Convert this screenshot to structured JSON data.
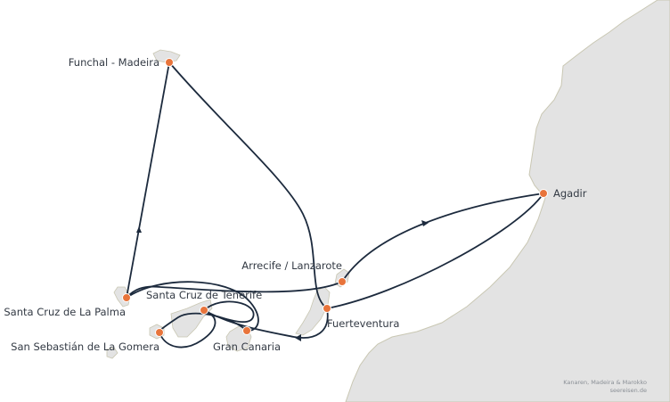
{
  "map": {
    "colors": {
      "land": "#e3e3e3",
      "coast": "#c9c7b3",
      "route": "#1c2a3d",
      "port": "#e8743b",
      "text": "#333a44",
      "credit": "#8a8f96"
    },
    "ports": {
      "funchal": "Funchal - Madeira",
      "agadir": "Agadir",
      "arrecife": "Arrecife / Lanzarote",
      "santa_cruz_tenerife": "Santa Cruz de Tenerife",
      "santa_cruz_la_palma": "Santa Cruz de La Palma",
      "fuerteventura": "Fuerteventura",
      "san_sebastian_gomera": "San Sebastián de La Gomera",
      "gran_canaria": "Gran Canaria"
    },
    "credit": {
      "title": "Kanaren, Madeira & Marokko",
      "site": "seereisen.de"
    }
  }
}
